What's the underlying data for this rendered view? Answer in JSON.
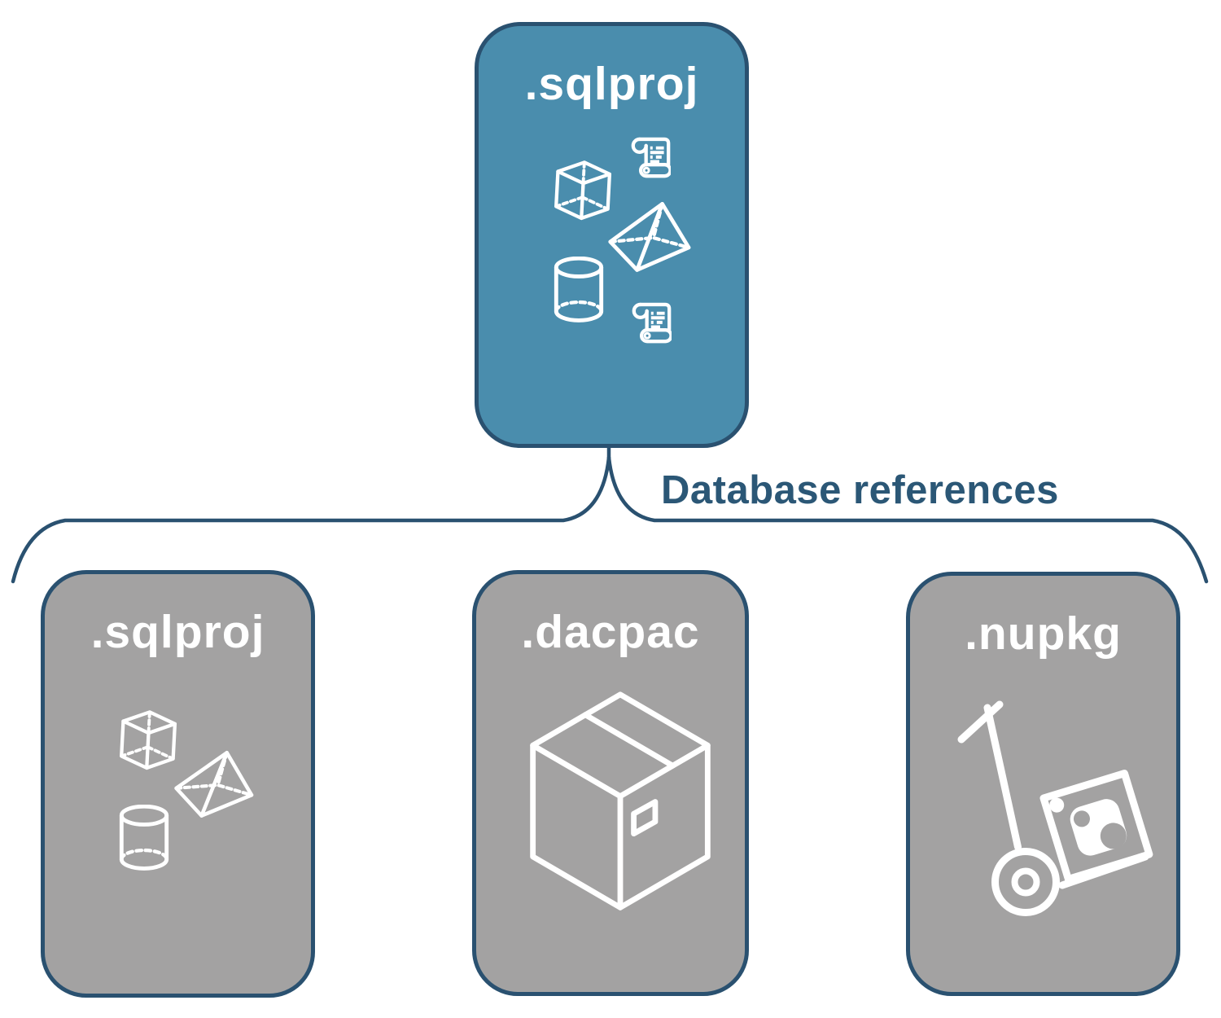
{
  "root": {
    "label": ".sqlproj"
  },
  "connector": {
    "label": "Database references"
  },
  "children": [
    {
      "label": ".sqlproj"
    },
    {
      "label": ".dacpac"
    },
    {
      "label": ".nupkg"
    }
  ],
  "icons": {
    "root": [
      "scroll-icon",
      "cube-icon",
      "pyramid-icon",
      "cylinder-icon",
      "scroll-icon"
    ],
    "child_sqlproj": [
      "cube-icon",
      "pyramid-icon",
      "cylinder-icon"
    ],
    "child_dacpac": [
      "package-box-icon"
    ],
    "child_nupkg": [
      "handtruck-nuget-icon"
    ]
  },
  "colors": {
    "root_fill": "#4A8DAD",
    "child_fill": "#A3A2A2",
    "node_border": "#2A5170",
    "connector": "#2A5170",
    "label_text": "#2B5776",
    "icon": "#FFFFFF"
  }
}
